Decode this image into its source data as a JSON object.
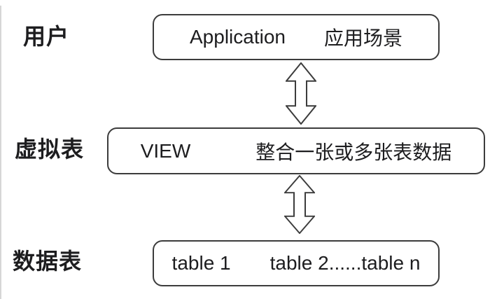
{
  "labels": {
    "user": "用户",
    "virtual_table": "虚拟表",
    "data_table": "数据表"
  },
  "boxes": {
    "application": {
      "primary": "Application",
      "secondary": "应用场景"
    },
    "view": {
      "primary": "VIEW",
      "secondary": "整合一张或多张表数据"
    },
    "tables": {
      "primary": "table 1",
      "secondary": "table 2......table n"
    }
  },
  "icons": {
    "arrow_between_user_and_view": "double-headed-vertical-arrow",
    "arrow_between_view_and_tables": "double-headed-vertical-arrow"
  },
  "colors": {
    "background": "#ffffff",
    "text": "#1d1d1f",
    "box_border": "#3c3c3c",
    "arrow_outline": "#3c3c3c",
    "arrow_fill": "#ffffff"
  }
}
